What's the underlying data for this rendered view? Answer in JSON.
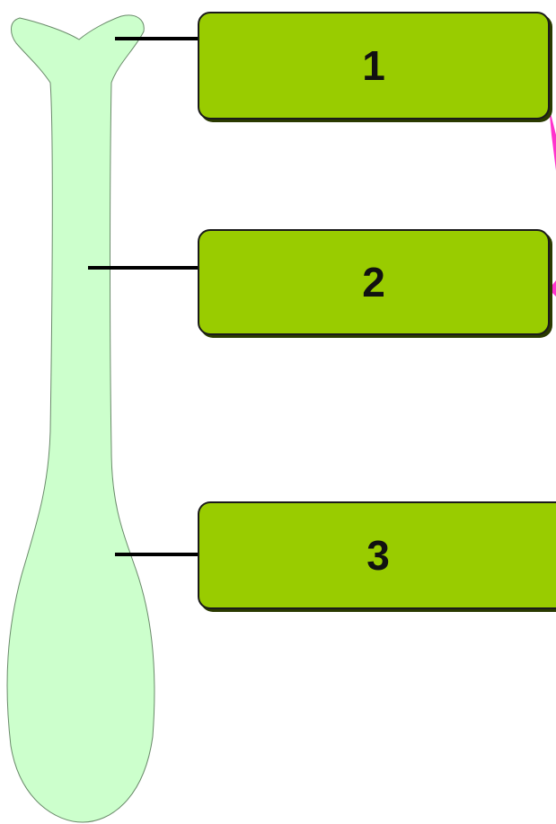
{
  "colors": {
    "structure_fill": "#ccffcc",
    "structure_stroke": "#6a8a6a",
    "box_fill": "#99cc00",
    "leader_line": "#000000",
    "accent": "#ff33cc"
  },
  "labels": [
    {
      "text": "1"
    },
    {
      "text": "2"
    },
    {
      "text": "3"
    }
  ]
}
